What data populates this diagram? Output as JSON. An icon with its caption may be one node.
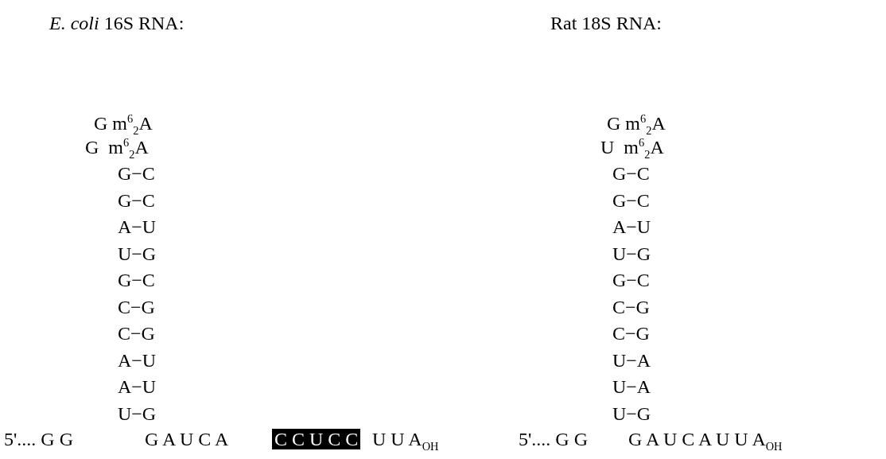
{
  "diagram": {
    "nodes": [
      {
        "text": [
          "C C U C C"
        ]
      }
    ],
    "labels": [
      "*E. coli* 16S RNA:",
      "Rat 18S RNA:",
      "G m$^{6}$$_{2}$A",
      "G  m$^{6}$$_{2}$A",
      "G−C",
      "G−C",
      "A−U",
      "U−G",
      "G−C",
      "C−G",
      "C−G",
      "A−U",
      "A−U",
      "U−G",
      "5'.... G G",
      "G A U C A",
      "U U A$_{OH}$",
      "G m$^{6}$$_{2}$A",
      "U  m$^{6}$$_{2}$A",
      "G−C",
      "G−C",
      "A−U",
      "U−G",
      "G−C",
      "C−G",
      "C−G",
      "U−A",
      "U−A",
      "U−G",
      "5'.... G G",
      "G A U C A U U A$_{OH}$"
    ]
  }
}
